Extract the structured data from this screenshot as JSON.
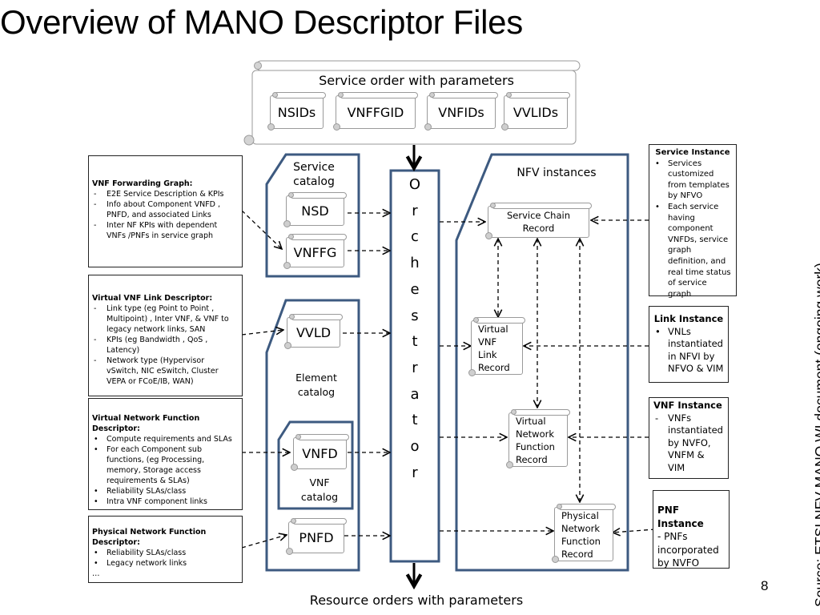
{
  "title": "Overview of MANO Descriptor Files",
  "service_order": {
    "label": "Service order with parameters",
    "items": [
      "NSIDs",
      "VNFFGID",
      "VNFIDs",
      "VVLIDs"
    ]
  },
  "service_catalog": {
    "label": "Service catalog",
    "items": [
      "NSD",
      "VNFFG"
    ]
  },
  "element_catalog": {
    "label": "Element catalog",
    "vvld": "VVLD",
    "vnf_catalog": {
      "label": "VNF catalog",
      "item": "VNFD"
    },
    "pnfd": "PNFD"
  },
  "orchestrator": {
    "letters": [
      "O",
      "r",
      "c",
      "h",
      "e",
      "s",
      "t",
      "r",
      "a",
      "t",
      "o",
      "r"
    ]
  },
  "nfv_instances": {
    "label": "NFV instances",
    "records": {
      "service_chain": "Service Chain Record",
      "virtual_link": [
        "Virtual",
        "VNF",
        "Link",
        "Record"
      ],
      "vnf": [
        "Virtual",
        "Network",
        "Function",
        "Record"
      ],
      "pnf": [
        "Physical",
        "Network",
        "Function",
        "Record"
      ]
    }
  },
  "descriptors": [
    {
      "heading": "VNF Forwarding Graph:",
      "marker": "-",
      "items": [
        "E2E Service Description & KPIs",
        "Info about Component VNFD , PNFD, and associated  Links",
        "Inter NF KPIs with dependent VNFs /PNFs in service graph"
      ]
    },
    {
      "heading": "Virtual VNF Link Descriptor:",
      "marker": "-",
      "items": [
        "Link type (eg Point to Point , Multipoint) , Inter VNF, & VNF to legacy network links, SAN",
        "KPIs (eg Bandwidth , QoS , Latency)",
        "Network type (Hypervisor vSwitch, NIC eSwitch, Cluster VEPA or FCoE/IB, WAN)"
      ]
    },
    {
      "heading": "Virtual Network Function Descriptor:",
      "marker": "•",
      "items": [
        "Compute requirements and SLAs",
        "For each Component sub functions, (eg Processing,  memory, Storage access requirements & SLAs)",
        "Reliability SLAs/class",
        "Intra VNF component links"
      ]
    },
    {
      "heading": "Physical Network Function Descriptor:",
      "marker": "•",
      "items": [
        "Reliability SLAs/class",
        "Legacy network  links"
      ],
      "trailer": "…"
    }
  ],
  "instances": [
    {
      "heading": "Service Instance",
      "marker": "•",
      "items": [
        "Services customized from templates by NFVO",
        "Each service having component VNFDs, service graph definition, and real time status of service graph"
      ]
    },
    {
      "heading": "Link Instance",
      "marker": "•",
      "items": [
        "VNLs instantiated in NFVI by NFVO & VIM"
      ]
    },
    {
      "heading": "VNF Instance",
      "marker": "-",
      "items": [
        "VNFs instantiated by NVFO, VNFM & VIM"
      ]
    },
    {
      "heading": "PNF Instance",
      "text": "- PNFs incorporated by NVFO"
    }
  ],
  "bottom_label": "Resource orders with parameters",
  "page_number": "8",
  "source": "Source: ETSI NFV MANO WI document (ongoing work)",
  "colors": {
    "container_border": "#3d5a80",
    "text": "#000000",
    "scroll_border": "#9a9a9a",
    "desc_border": "#222222"
  }
}
